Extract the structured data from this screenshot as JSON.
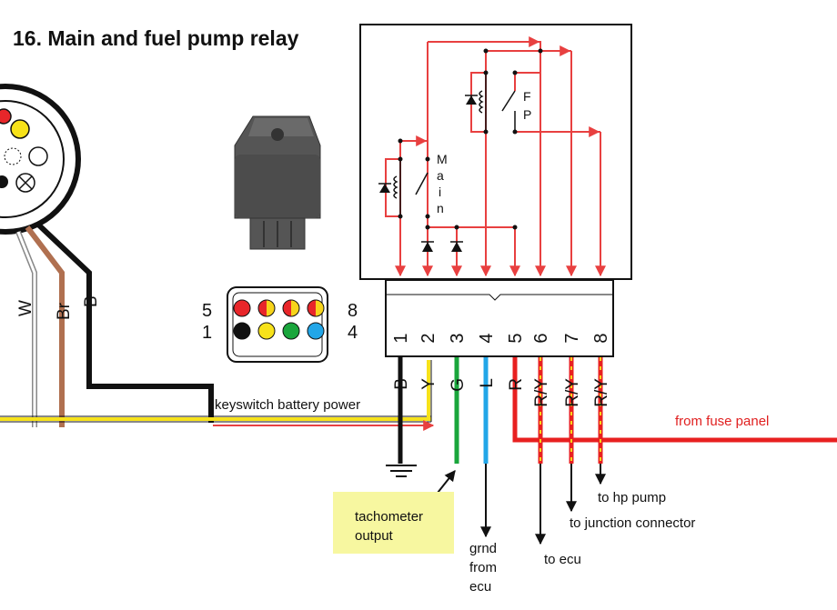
{
  "title": "16. Main and fuel pump relay",
  "relay_labels": {
    "main": [
      "M",
      "a",
      "i",
      "n"
    ],
    "fuel_pump": [
      "F",
      "P"
    ]
  },
  "connector_face": {
    "top_left": "5",
    "top_right": "8",
    "bottom_left": "1",
    "bottom_right": "4",
    "pin_colors": [
      {
        "pin": 5,
        "colors": [
          "#e8262a"
        ]
      },
      {
        "pin": 6,
        "colors": [
          "#e8262a",
          "#f7d41a"
        ]
      },
      {
        "pin": 7,
        "colors": [
          "#e8262a",
          "#f7d41a"
        ]
      },
      {
        "pin": 8,
        "colors": [
          "#e8262a",
          "#f7d41a"
        ]
      },
      {
        "pin": 1,
        "colors": [
          "#111111"
        ]
      },
      {
        "pin": 2,
        "colors": [
          "#f7e21a"
        ]
      },
      {
        "pin": 3,
        "colors": [
          "#1aa63c"
        ]
      },
      {
        "pin": 4,
        "colors": [
          "#22a6e8"
        ]
      }
    ]
  },
  "pins": [
    "1",
    "2",
    "3",
    "4",
    "5",
    "6",
    "7",
    "8"
  ],
  "wire_codes": [
    "B",
    "Y",
    "G",
    "L",
    "R",
    "R/Y",
    "R/Y",
    "R/Y"
  ],
  "harness_wires": [
    "W",
    "Br",
    "B"
  ],
  "labels": {
    "keyswitch": "keyswitch battery power",
    "fuse_panel": "from fuse panel",
    "tachometer": [
      "tachometer",
      "output"
    ],
    "grnd": [
      "grnd",
      "from",
      "ecu"
    ],
    "to_ecu": "to ecu",
    "to_junction": "to junction connector",
    "to_hp_pump": "to hp pump"
  },
  "colors": {
    "relay_wiring": "#e84040",
    "black_wire": "#111111",
    "yellow_wire": "#f7e21a",
    "green_wire": "#1aa63c",
    "blue_wire": "#22a6e8",
    "red_wire": "#e82020",
    "brown_wire": "#b07050",
    "note_bg": "#f7f7a0"
  }
}
